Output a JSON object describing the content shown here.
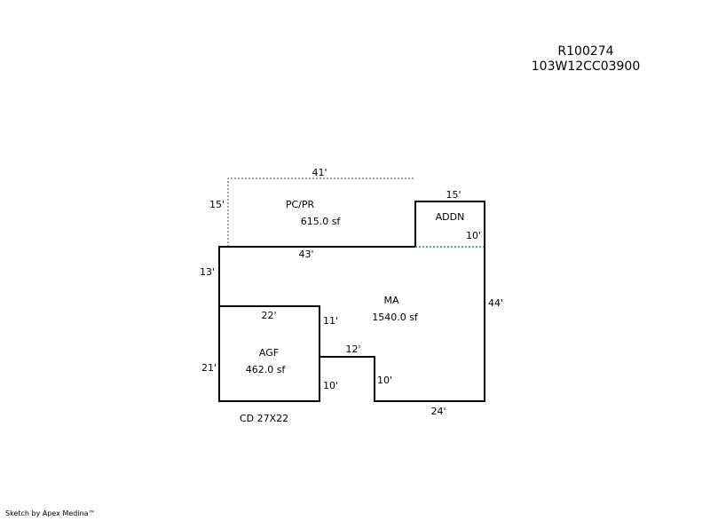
{
  "header": {
    "id": "R100274",
    "parcel": "103W12CC03900"
  },
  "areas": {
    "pcpr": {
      "name": "PC/PR",
      "area": "615.0 sf"
    },
    "addn": {
      "name": "ADDN",
      "area": ""
    },
    "ma": {
      "name": "MA",
      "area": "1540.0 sf"
    },
    "agf": {
      "name": "AGF",
      "area": "462.0 sf"
    }
  },
  "dimensions": {
    "pcpr_top": "41'",
    "pcpr_left": "15'",
    "addn_top": "15'",
    "addn_right": "10'",
    "ma_top": "43'",
    "ma_left": "13'",
    "ma_right": "44'",
    "agf_top": "22'",
    "agf_right": "11'",
    "agf_left": "21'",
    "step_top": "12'",
    "agf_right_lower": "10'",
    "step_right": "10'",
    "ma_bottom": "24'"
  },
  "notes": {
    "carport": "CD 27X22"
  },
  "credit": "Sketch by Apex Medina™"
}
